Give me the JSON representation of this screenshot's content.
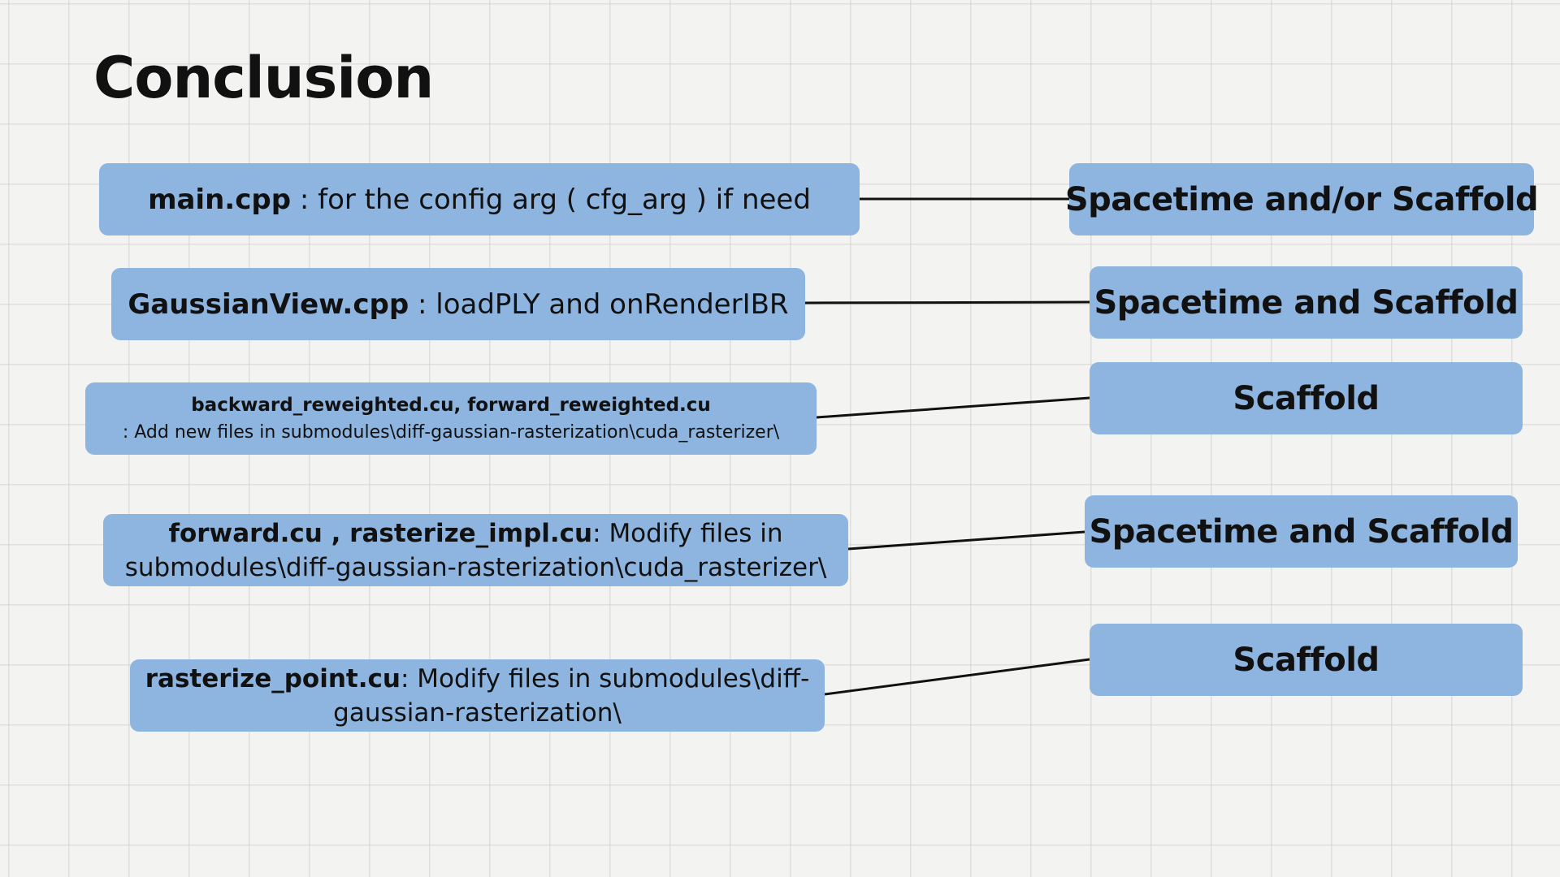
{
  "title": "Conclusion",
  "rows": [
    {
      "left": {
        "line1_name": "main.cpp",
        "line1_rest": " : for the config arg ( cfg_arg ) if need"
      },
      "right": "Spacetime and/or Scaffold"
    },
    {
      "left": {
        "line1_name": "GaussianView.cpp",
        "line1_rest": " : loadPLY and onRenderIBR"
      },
      "right": "Spacetime and Scaffold"
    },
    {
      "left": {
        "line1_name": "backward_reweighted.cu, forward_reweighted.cu",
        "line2": ": Add new files in submodules\\diff-gaussian-rasterization\\cuda_rasterizer\\"
      },
      "right": "Scaffold"
    },
    {
      "left": {
        "line1_name": "forward.cu , rasterize_impl.cu",
        "line1_rest": ": Modify files in",
        "line2": "submodules\\diff-gaussian-rasterization\\cuda_rasterizer\\"
      },
      "right": "Spacetime and Scaffold"
    },
    {
      "left": {
        "line1_name": "rasterize_point.cu",
        "line1_rest": ": Modify files in submodules\\diff-",
        "line2": "gaussian-rasterization\\"
      },
      "right": "Scaffold"
    }
  ],
  "colors": {
    "box_fill": "#8eb5e0",
    "connector": "#111111",
    "background": "#f3f3f2"
  }
}
